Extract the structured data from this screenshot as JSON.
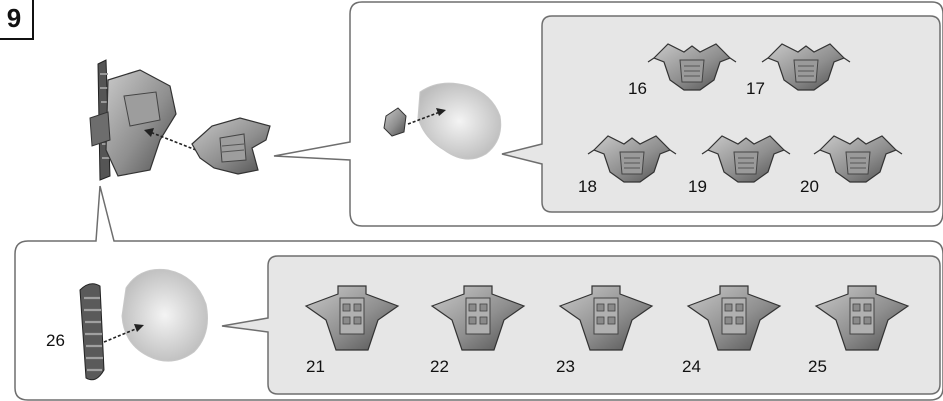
{
  "step_number": "9",
  "top_variants": [
    "16",
    "17",
    "18",
    "19",
    "20"
  ],
  "bottom_variants": [
    "21",
    "22",
    "23",
    "24",
    "25"
  ],
  "bottom_part": "26",
  "colors": {
    "panel_fill": "#e6e6e6",
    "panel_stroke": "#6e6e6e",
    "part_dark": "#555555",
    "part_mid": "#8a8a8a",
    "part_light": "#bdbdbd",
    "ghost": "#cfcfcf"
  }
}
